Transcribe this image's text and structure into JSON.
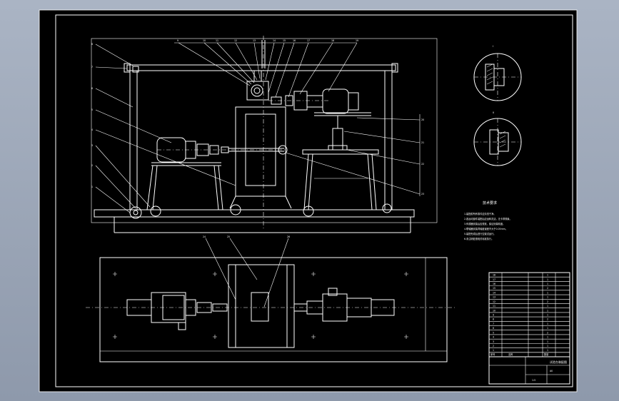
{
  "drawing": {
    "frame_color": "#000000",
    "line_color": "#ffffff",
    "background_color": "#9aa5b7"
  },
  "technical_requirements": {
    "title": "技术要求",
    "lines": [
      "1.装配前所有零件应清洗干净。",
      "2.各运动部件装配后应运转灵活，无卡滞现象。",
      "3.传感器安装后应校准，保证测量精度。",
      "4.联轴器安装同轴度误差不大于0.05mm。",
      "5.装配完成后进行空载试运行。",
      "6.未注明处按相关标准执行。"
    ]
  },
  "parts_list": {
    "rows": [
      {
        "no": "18",
        "name": "",
        "qty": "1"
      },
      {
        "no": "17",
        "name": "",
        "qty": "1"
      },
      {
        "no": "16",
        "name": "",
        "qty": "1"
      },
      {
        "no": "15",
        "name": "",
        "qty": "2"
      },
      {
        "no": "14",
        "name": "",
        "qty": "1"
      },
      {
        "no": "13",
        "name": "",
        "qty": "1"
      },
      {
        "no": "12",
        "name": "",
        "qty": "2"
      },
      {
        "no": "11",
        "name": "",
        "qty": "1"
      },
      {
        "no": "10",
        "name": "",
        "qty": "1"
      },
      {
        "no": "9",
        "name": "",
        "qty": "1"
      },
      {
        "no": "8",
        "name": "",
        "qty": "2"
      },
      {
        "no": "7",
        "name": "",
        "qty": "1"
      },
      {
        "no": "6",
        "name": "",
        "qty": "1"
      },
      {
        "no": "5",
        "name": "",
        "qty": "2"
      },
      {
        "no": "4",
        "name": "",
        "qty": "1"
      },
      {
        "no": "3",
        "name": "",
        "qty": "1"
      },
      {
        "no": "2",
        "name": "",
        "qty": "1"
      },
      {
        "no": "1",
        "name": "",
        "qty": "1"
      }
    ],
    "header": {
      "no": "序号",
      "name": "名称",
      "qty": "数量"
    }
  },
  "title_block": {
    "drawing_title": "试验台装配图",
    "sheet": "A0",
    "scale": "1:5"
  },
  "detail_views": [
    {
      "label": "I"
    },
    {
      "label": "II"
    }
  ]
}
